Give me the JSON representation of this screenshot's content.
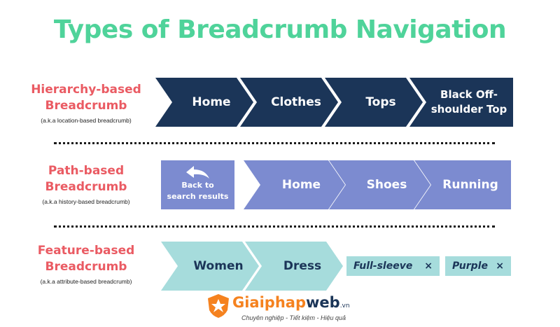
{
  "title": "Types of Breadcrumb Navigation",
  "colors": {
    "title": "#4fd39a",
    "label": "#ea5b63",
    "dark_navy": "#1b3558",
    "periwinkle": "#7c8bd0",
    "light_teal": "#a6dcdc",
    "logo_orange": "#f5821f"
  },
  "rows": [
    {
      "label_line1": "Hierarchy-based",
      "label_line2": "Breadcrumb",
      "aka": "(a.k.a location-based breadcrumb)",
      "items": [
        "Home",
        "Clothes",
        "Tops",
        "Black Off-shoulder Top"
      ]
    },
    {
      "label_line1": "Path-based",
      "label_line2": "Breadcrumb",
      "aka": "(a.k.a history-based breadcrumb)",
      "back_button": {
        "line1": "Back to",
        "line2": "search results",
        "icon": "back-arrow-icon"
      },
      "items": [
        "Home",
        "Shoes",
        "Running"
      ]
    },
    {
      "label_line1": "Feature-based",
      "label_line2": "Breadcrumb",
      "aka": "(a.k.a attribute-based breadcrumb)",
      "items": [
        "Women",
        "Dress"
      ],
      "tags": [
        {
          "label": "Full-sleeve",
          "remove": "×"
        },
        {
          "label": "Purple",
          "remove": "×"
        }
      ]
    }
  ],
  "logo": {
    "icon": "giaiphap-shield-logo-icon",
    "brand_main": "Giaiphap",
    "brand_web": "web",
    "brand_tld": ".vn",
    "slogan": "Chuyên nghiệp - Tiết kiệm - Hiệu quả"
  }
}
